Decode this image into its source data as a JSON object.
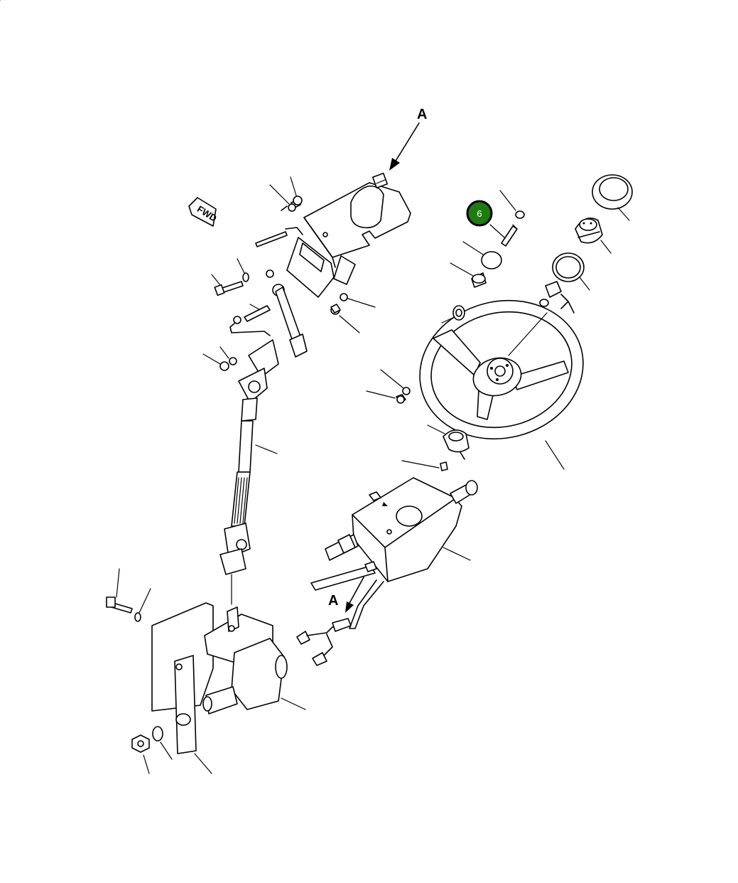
{
  "labels": {
    "arrow_top": "A",
    "arrow_bottom": "A",
    "fwd": "FWD"
  },
  "callout": {
    "number": "6",
    "color": "#1f7a12"
  }
}
